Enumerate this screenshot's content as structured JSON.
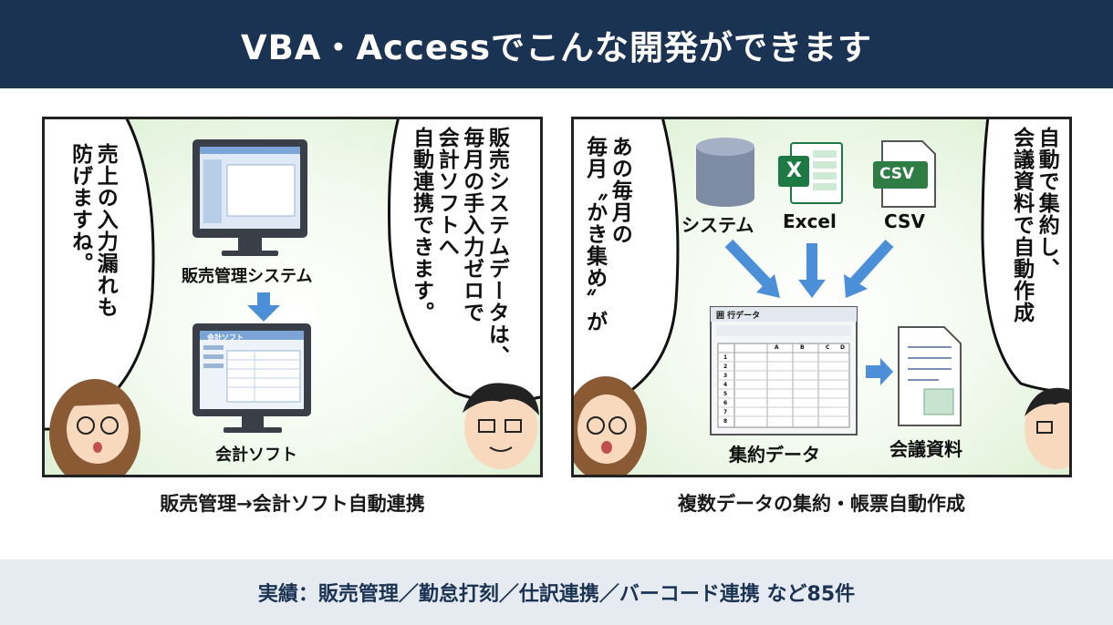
{
  "header": {
    "title": "VBA・Accessでこんな開発ができます"
  },
  "left_panel": {
    "bubble_left": "売上の入力漏れも\n防げますね。",
    "bubble_right": "販売システムデータは、\n毎月の手入力ゼロで\n会計ソフトへ\n自動連携できます。",
    "label_top": "販売管理システム",
    "label_bottom": "会計ソフト",
    "window_title": "会計ソフト",
    "caption": "販売管理→会計ソフト自動連携",
    "colors": {
      "monitor": "#3a3f47",
      "screen": "#dfe9f5",
      "arrow": "#4a8fd8"
    },
    "icons": [
      "monitor-icon",
      "arrow-down-icon",
      "woman-avatar",
      "man-avatar"
    ]
  },
  "right_panel": {
    "bubble_left": "あの毎月の\n毎月〝かき集め〟が",
    "bubble_right": "自動で集約し、\n会議資料で自動作成",
    "source_labels": [
      "システム",
      "Excel",
      "CSV"
    ],
    "excel_icon_letter": "X",
    "csv_icon_text": "CSV",
    "sheet_title": "囲 行データ",
    "sheet_columns": [
      "A",
      "B",
      "C",
      "D"
    ],
    "sheet_rows": [
      "1",
      "2",
      "3",
      "4",
      "5",
      "6",
      "7",
      "8"
    ],
    "label_sheet": "集約データ",
    "label_doc": "会議資料",
    "caption": "複数データの集約・帳票自動作成",
    "colors": {
      "database": "#7d8ba3",
      "excel": "#1e7a44",
      "csv": "#2e7d45",
      "arrow": "#4a8fd8"
    },
    "icons": [
      "database-icon",
      "excel-icon",
      "csv-icon",
      "spreadsheet-icon",
      "document-icon",
      "woman-avatar",
      "man-avatar"
    ]
  },
  "footer": {
    "text": "実績：販売管理／勤怠打刻／仕訳連携／バーコード連携 など85件"
  }
}
